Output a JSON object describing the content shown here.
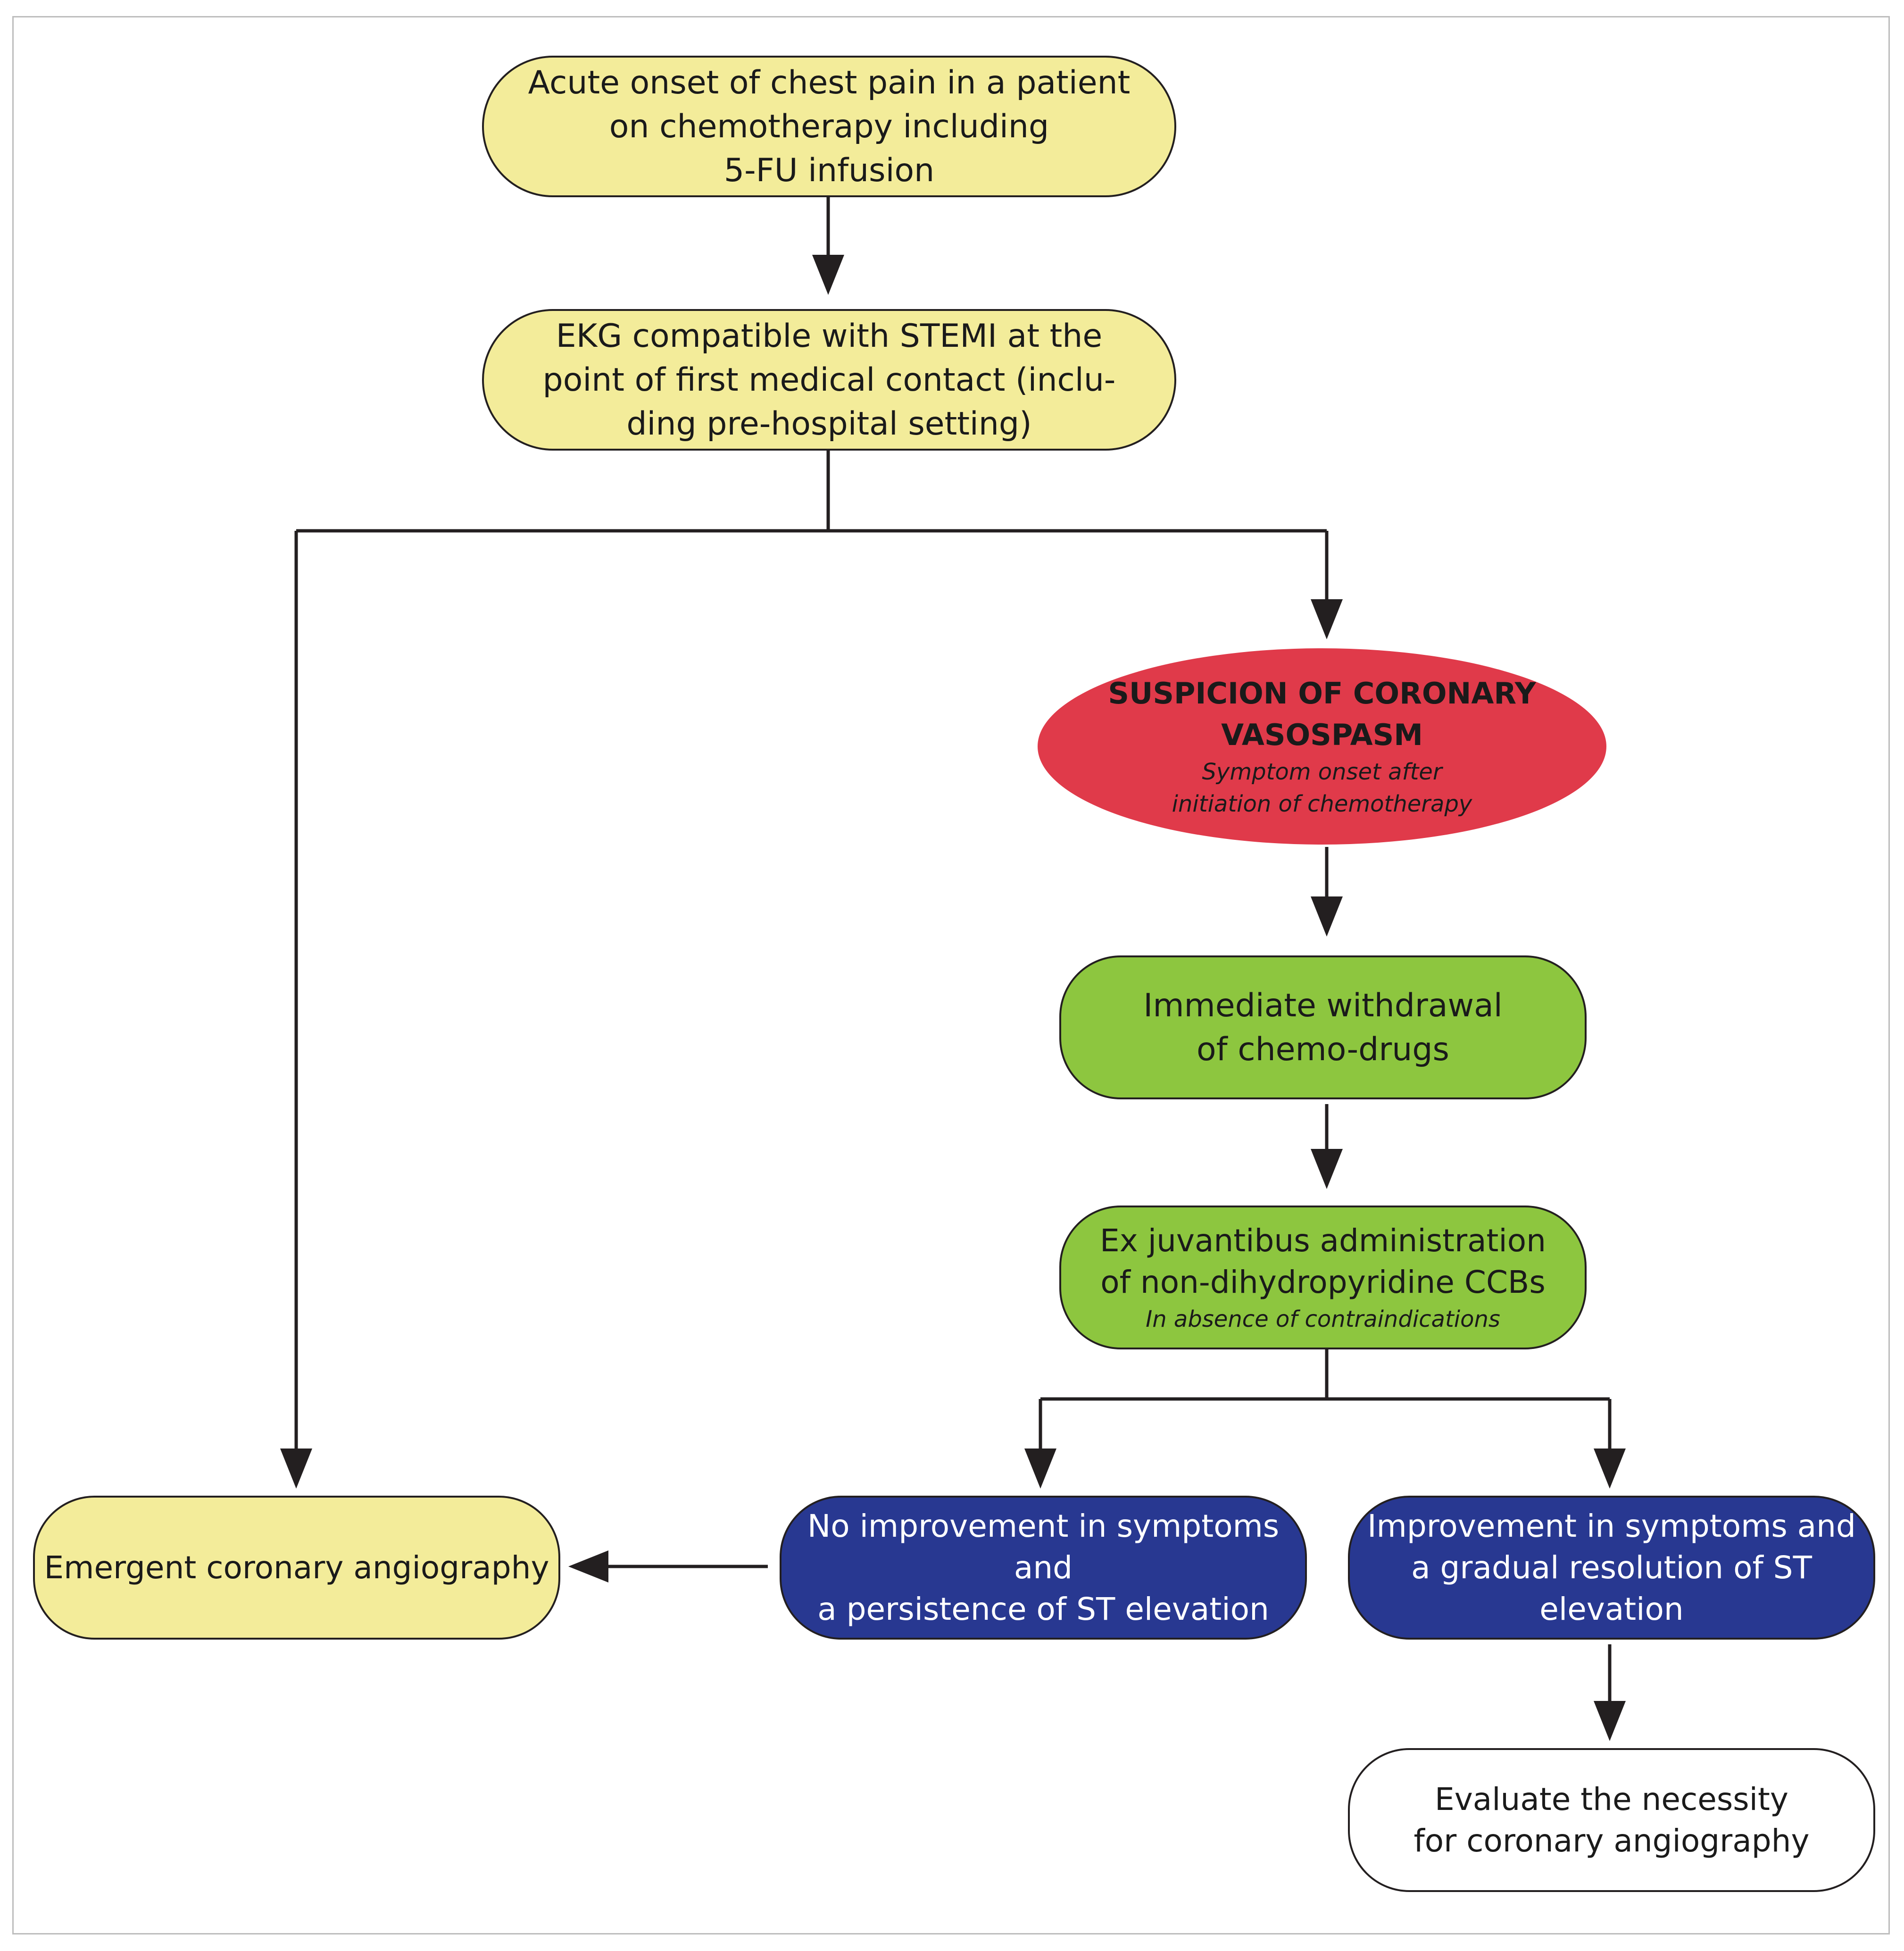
{
  "nodes": {
    "chest_pain": {
      "lines": [
        "Acute onset of chest pain in a patient",
        "on chemotherapy including",
        "5-FU infusion"
      ]
    },
    "ekg": {
      "lines": [
        "EKG compatible with STEMI at the",
        "point of first medical contact (inclu-",
        "ding pre-hospital setting)"
      ]
    },
    "suspicion": {
      "title_lines": [
        "SUSPICION OF CORONARY",
        "VASOSPASM"
      ],
      "note_lines": [
        "Symptom onset after",
        "initiation of chemotherapy"
      ]
    },
    "withdrawal": {
      "lines": [
        "Immediate withdrawal",
        "of chemo-drugs"
      ]
    },
    "ccb": {
      "lines": [
        "Ex juvantibus administration",
        "of non-dihydropyridine CCBs"
      ],
      "note": "In absence of contraindications"
    },
    "no_improvement": {
      "lines": [
        "No improvement in symptoms and",
        "a persistence of ST elevation"
      ]
    },
    "improvement": {
      "lines": [
        "Improvement in symptoms and",
        "a gradual resolution of ST elevation"
      ]
    },
    "angiography": {
      "lines": [
        "Emergent coronary angiography"
      ]
    },
    "evaluate": {
      "lines": [
        "Evaluate the necessity",
        "for coronary angiography"
      ]
    }
  },
  "colors": {
    "yellow": "#f3ec9a",
    "red": "#e03a4a",
    "green": "#8dc63f",
    "navy": "#283891",
    "white": "#ffffff",
    "line": "#231f20"
  }
}
